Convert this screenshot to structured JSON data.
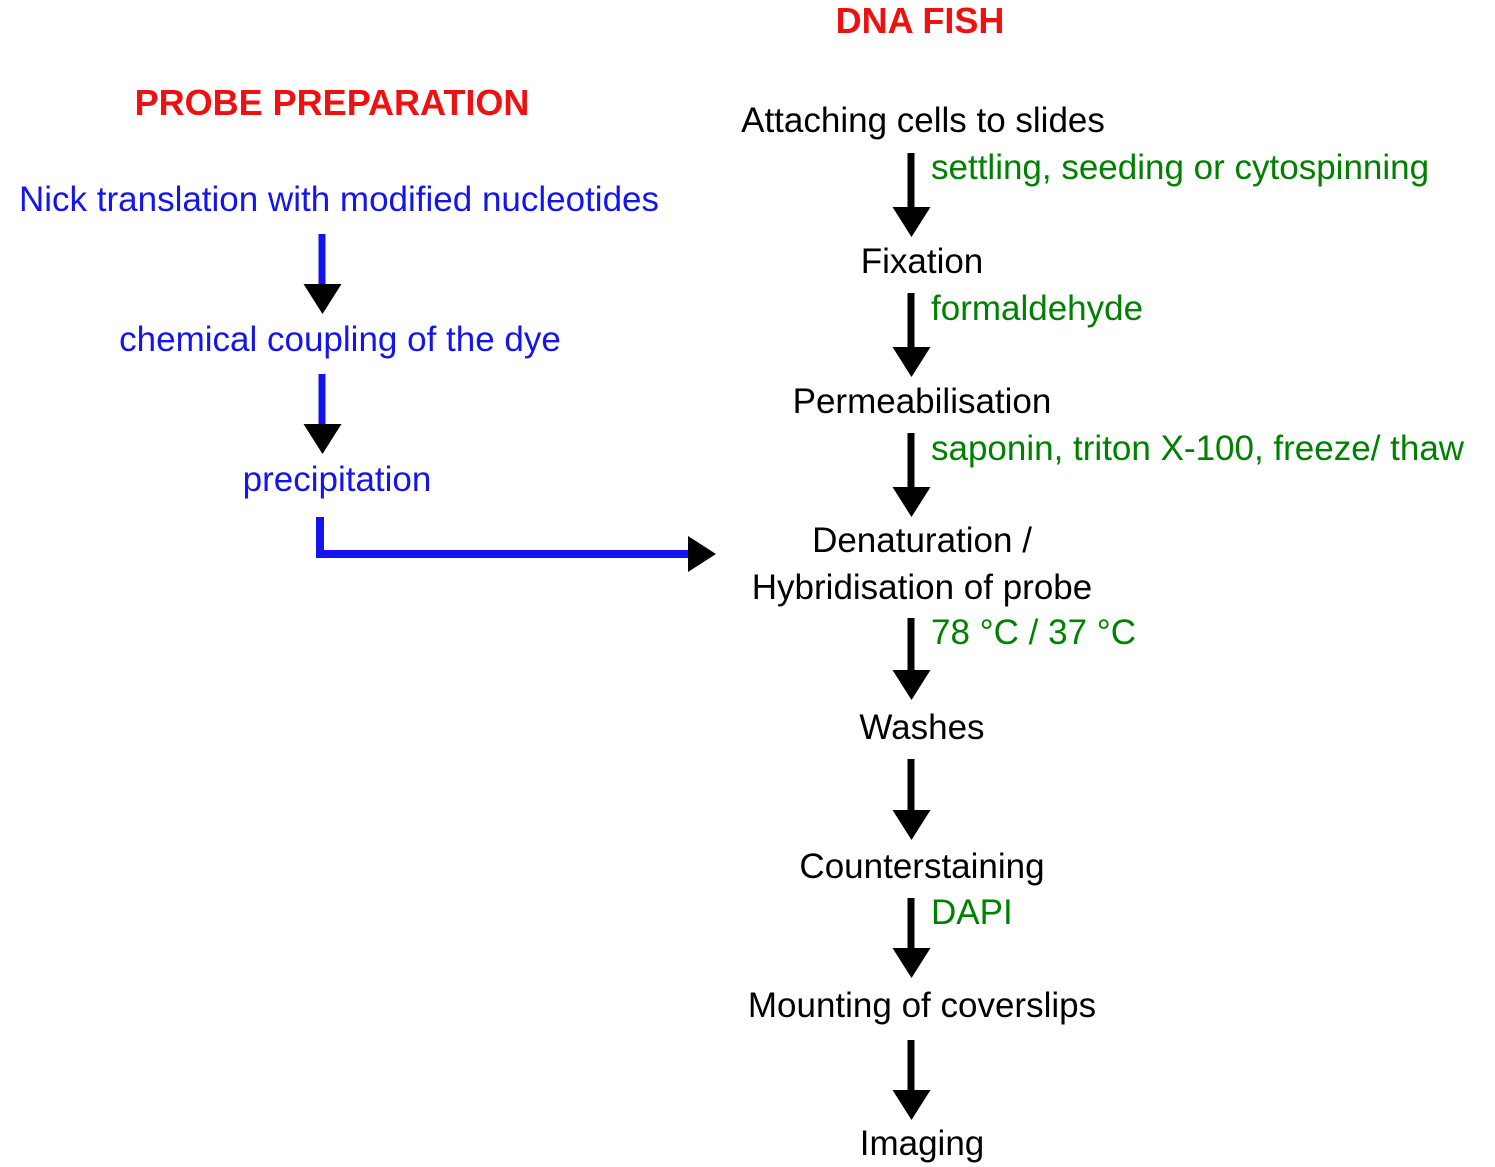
{
  "colors": {
    "red": "#ee1111",
    "blue": "#1414ee",
    "green": "#008000",
    "black": "#000000"
  },
  "probe_preparation": {
    "title": "PROBE PREPARATION",
    "steps": [
      {
        "label": "Nick translation with modified nucleotides"
      },
      {
        "label": "chemical coupling of the dye"
      },
      {
        "label": "precipitation"
      }
    ]
  },
  "dna_fish": {
    "title": "DNA FISH",
    "steps": [
      {
        "label": "Attaching cells to slides",
        "note": "settling, seeding or cytospinning"
      },
      {
        "label": "Fixation",
        "note": "formaldehyde"
      },
      {
        "label": "Permeabilisation",
        "note": "saponin, triton X-100, freeze/ thaw"
      },
      {
        "label": "Denaturation /",
        "label_line2": "Hybridisation of probe",
        "note": "78 °C / 37 °C"
      },
      {
        "label": "Washes"
      },
      {
        "label": "Counterstaining",
        "note": "DAPI"
      },
      {
        "label": "Mounting of coverslips"
      },
      {
        "label": "Imaging"
      }
    ]
  }
}
